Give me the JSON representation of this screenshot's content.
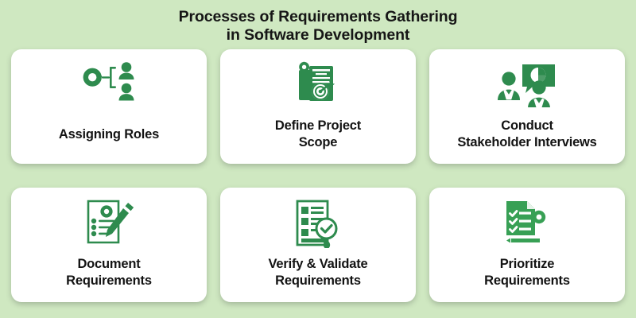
{
  "header": {
    "title_line1": "Processes of Requirements Gathering",
    "title_line2": "in Software Development",
    "title_full": "Processes of Requirements Gathering in Software Development"
  },
  "colors": {
    "background": "#cfe8c1",
    "card_background": "#ffffff",
    "icon_green": "#2e8b4e",
    "icon_green_bright": "#38a055",
    "text_dark": "#131313"
  },
  "cards": [
    {
      "id": "assigning-roles",
      "label": "Assigning Roles",
      "icon": "gear-people-org-icon",
      "icon_color": "#2e8b4e",
      "position": "row1-col1"
    },
    {
      "id": "define-project-scope",
      "label": "Define Project\nScope",
      "icon": "document-gear-target-icon",
      "icon_color": "#2e8b4e",
      "position": "row1-col2"
    },
    {
      "id": "conduct-stakeholder-interviews",
      "label": "Conduct\nStakeholder Interviews",
      "icon": "people-presentation-chart-icon",
      "icon_color": "#2e8b4e",
      "position": "row1-col3"
    },
    {
      "id": "document-requirements",
      "label": "Document\nRequirements",
      "icon": "document-gear-pencil-icon",
      "icon_color": "#2e8b4e",
      "position": "row2-col1"
    },
    {
      "id": "verify-validate-requirements",
      "label": "Verify & Validate\nRequirements",
      "icon": "checklist-magnifier-check-icon",
      "icon_color": "#2e8b4e",
      "position": "row2-col2"
    },
    {
      "id": "prioritize-requirements",
      "label": "Prioritize\nRequirements",
      "icon": "checklist-gear-pencil-icon",
      "icon_color": "#38a055",
      "position": "row2-col3"
    }
  ]
}
